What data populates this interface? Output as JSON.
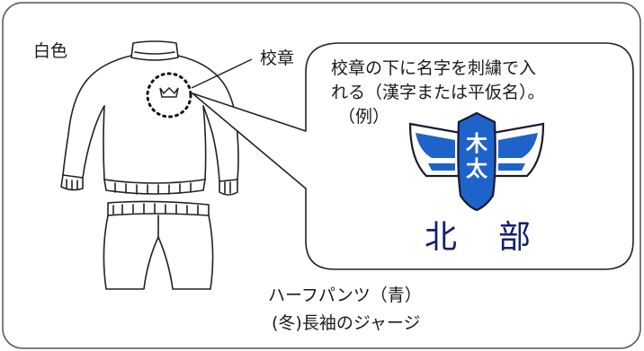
{
  "labels": {
    "color": "白色",
    "emblem": "校章"
  },
  "callout": {
    "line1": "校章の下に名字を刺繍で入",
    "line2": "れる（漢字または平仮名）。",
    "example": "（例）"
  },
  "emblem_sample": {
    "glyph_top": "木",
    "glyph_bottom": "太",
    "embroidered_name_1": "北",
    "embroidered_name_2": "部",
    "colors": {
      "blue": "#1e63c9",
      "navy": "#14206e",
      "outline": "#1a1a2e"
    }
  },
  "captions": {
    "shorts": "ハーフパンツ（青）",
    "jersey": "(冬)長袖のジャージ"
  }
}
